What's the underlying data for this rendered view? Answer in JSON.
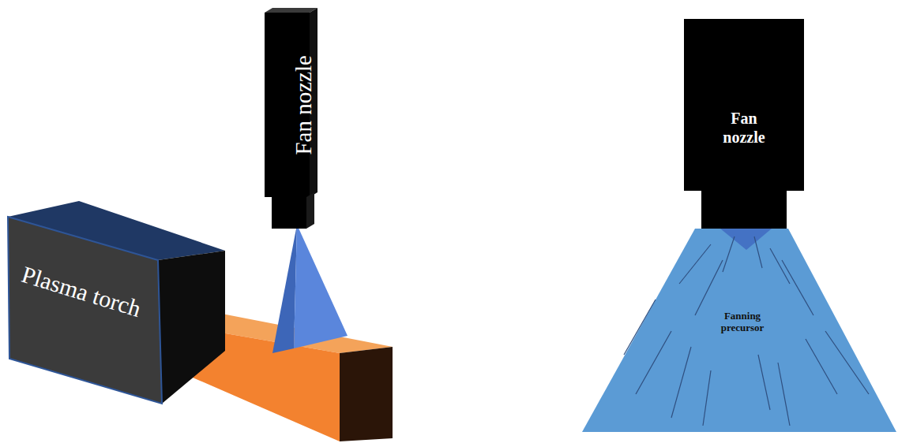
{
  "diagram": {
    "nodes": [
      {
        "text": [
          "Fan nozzle"
        ]
      },
      {
        "text": [
          "Plasma torch"
        ]
      },
      {
        "text": [
          "Fan nozzle"
        ]
      },
      {
        "text": [
          "Fanning precursor"
        ]
      }
    ]
  }
}
